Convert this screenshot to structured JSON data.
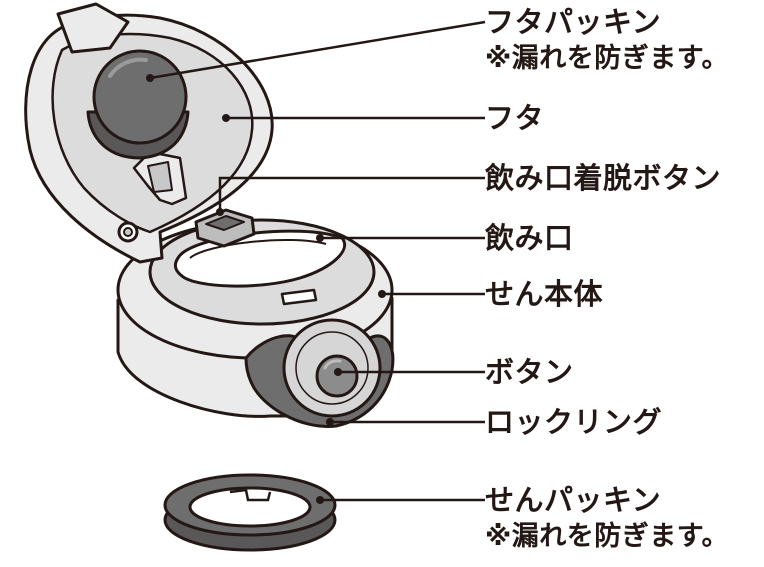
{
  "labels": [
    {
      "id": "lid-packing",
      "name": "フタパッキン",
      "note": "※漏れを防ぎます。"
    },
    {
      "id": "lid",
      "name": "フタ"
    },
    {
      "id": "spout-release-button",
      "name": "飲み口着脱ボタン"
    },
    {
      "id": "spout",
      "name": "飲み口"
    },
    {
      "id": "stopper-body",
      "name": "せん本体"
    },
    {
      "id": "button",
      "name": "ボタン"
    },
    {
      "id": "lock-ring",
      "name": "ロックリング"
    },
    {
      "id": "stopper-packing",
      "name": "せんパッキン",
      "note": "※漏れを防ぎます。"
    }
  ],
  "colors": {
    "outline": "#231815",
    "light_gray": "#ebebeb",
    "mid_gray": "#c8c8c8",
    "dark_gray": "#6e6e6e",
    "gasket": "#595757"
  }
}
